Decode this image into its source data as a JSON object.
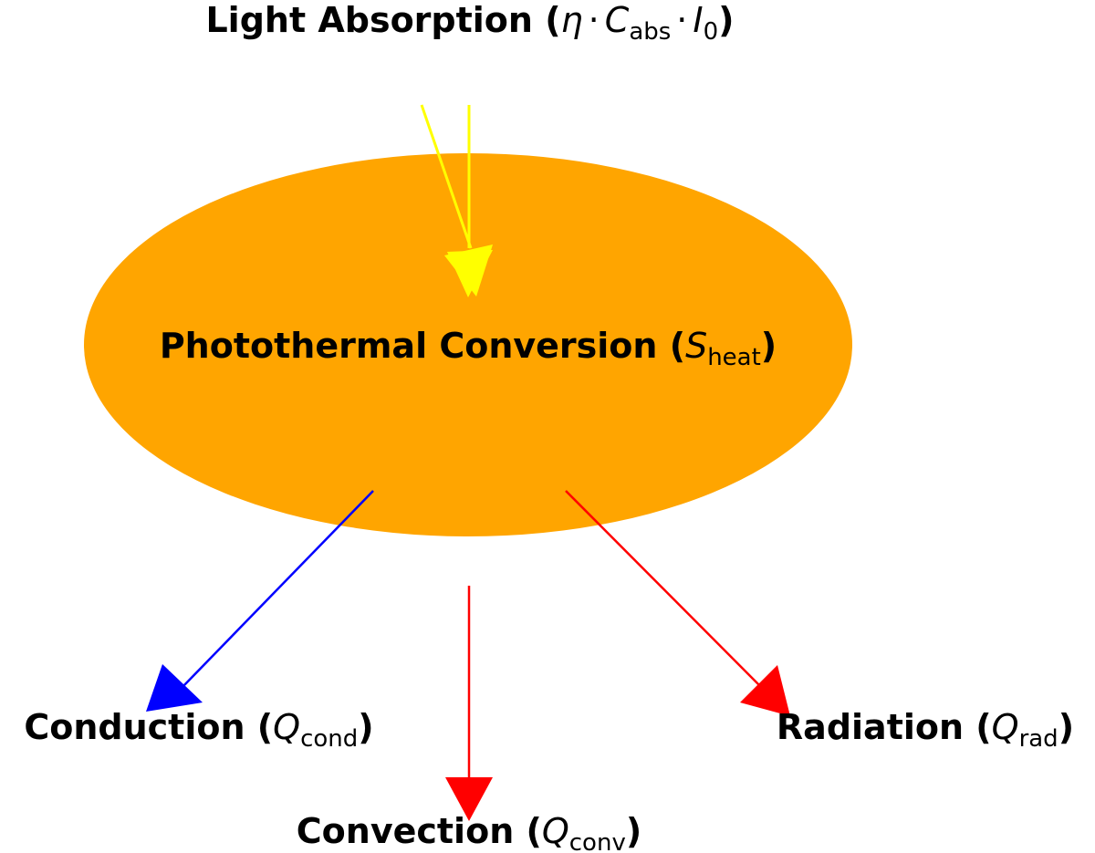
{
  "diagram": {
    "center_node": {
      "label": "Photothermal Conversion (",
      "math_var": "S",
      "math_sub": "heat",
      "close": ")",
      "fill_color": "#FFA500"
    },
    "input": {
      "label": "Light Absorption (",
      "eta": "η",
      "dot1": "·",
      "c_var": "C",
      "c_sub": "abs",
      "dot2": "·",
      "i_var": "I",
      "i_sub": "0",
      "close": ")",
      "arrow_color": "#FFFF00"
    },
    "outputs": [
      {
        "label": "Conduction (",
        "math_var": "Q",
        "math_sub": "cond",
        "close": ")",
        "arrow_color": "#0000FF"
      },
      {
        "label": "Convection (",
        "math_var": "Q",
        "math_sub": "conv",
        "close": ")",
        "arrow_color": "#FF0000"
      },
      {
        "label": "Radiation (",
        "math_var": "Q",
        "math_sub": "rad",
        "close": ")",
        "arrow_color": "#FF0000"
      }
    ]
  }
}
